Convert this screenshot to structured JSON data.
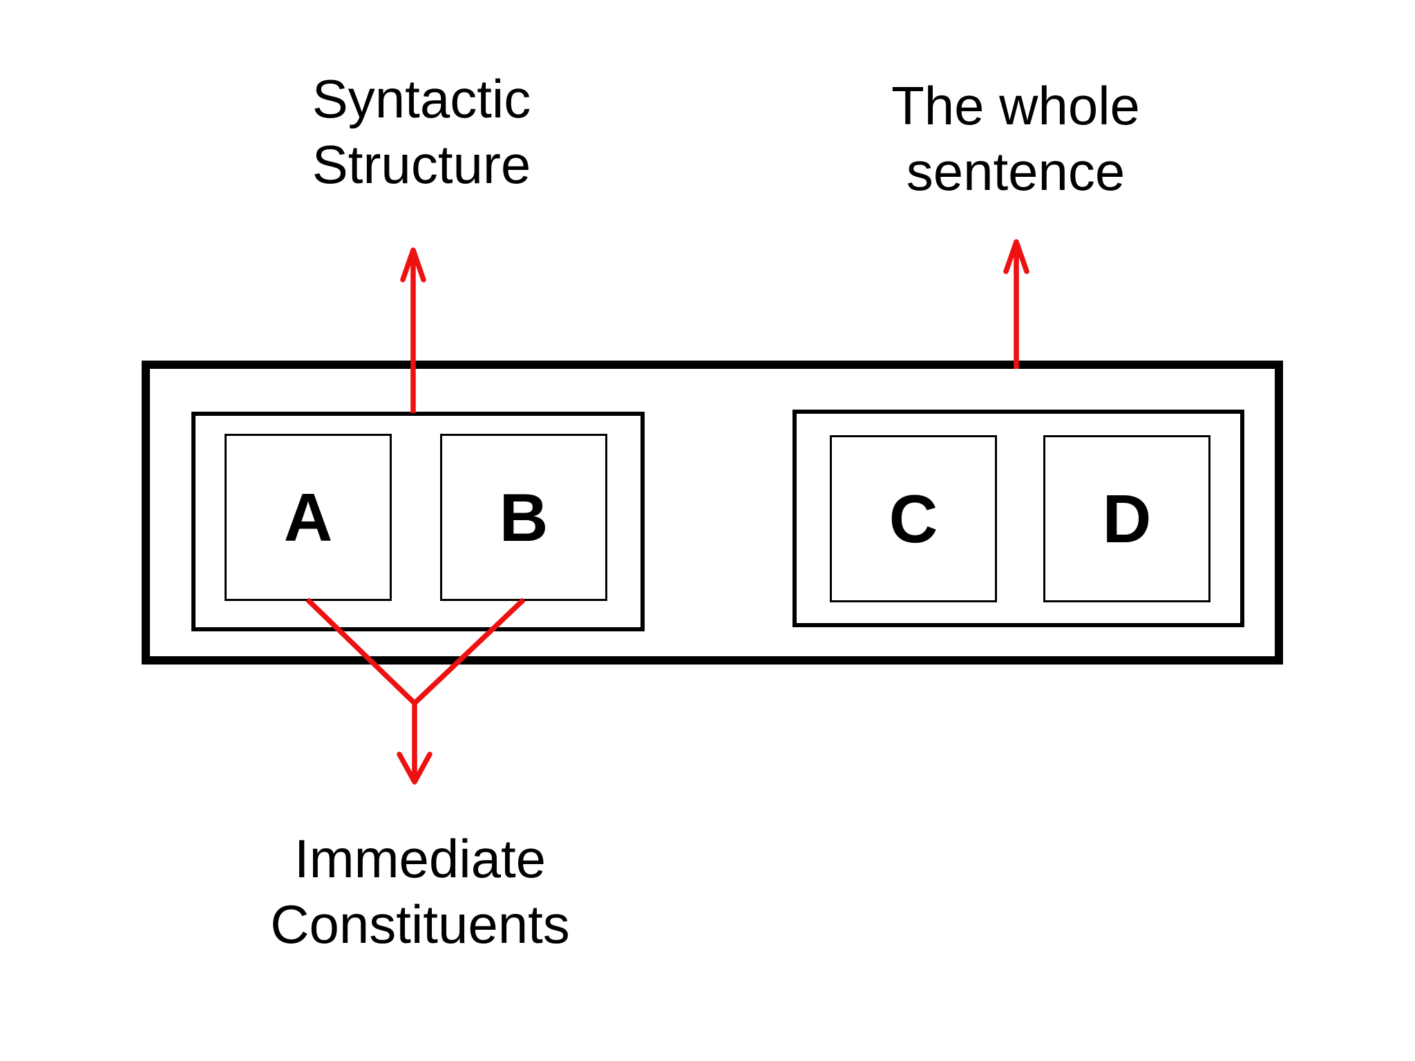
{
  "colors": {
    "accent_red": "#ee1111",
    "line_black": "#000000",
    "background": "#ffffff"
  },
  "annotations": {
    "syntactic_structure": {
      "line1": "Syntactic",
      "line2": "Structure"
    },
    "whole_sentence": {
      "line1": "The whole",
      "line2": "sentence"
    },
    "immediate_constituents": {
      "line1": "Immediate",
      "line2": "Constituents"
    }
  },
  "diagram": {
    "constituents": {
      "a": "A",
      "b": "B",
      "c": "C",
      "d": "D"
    }
  }
}
